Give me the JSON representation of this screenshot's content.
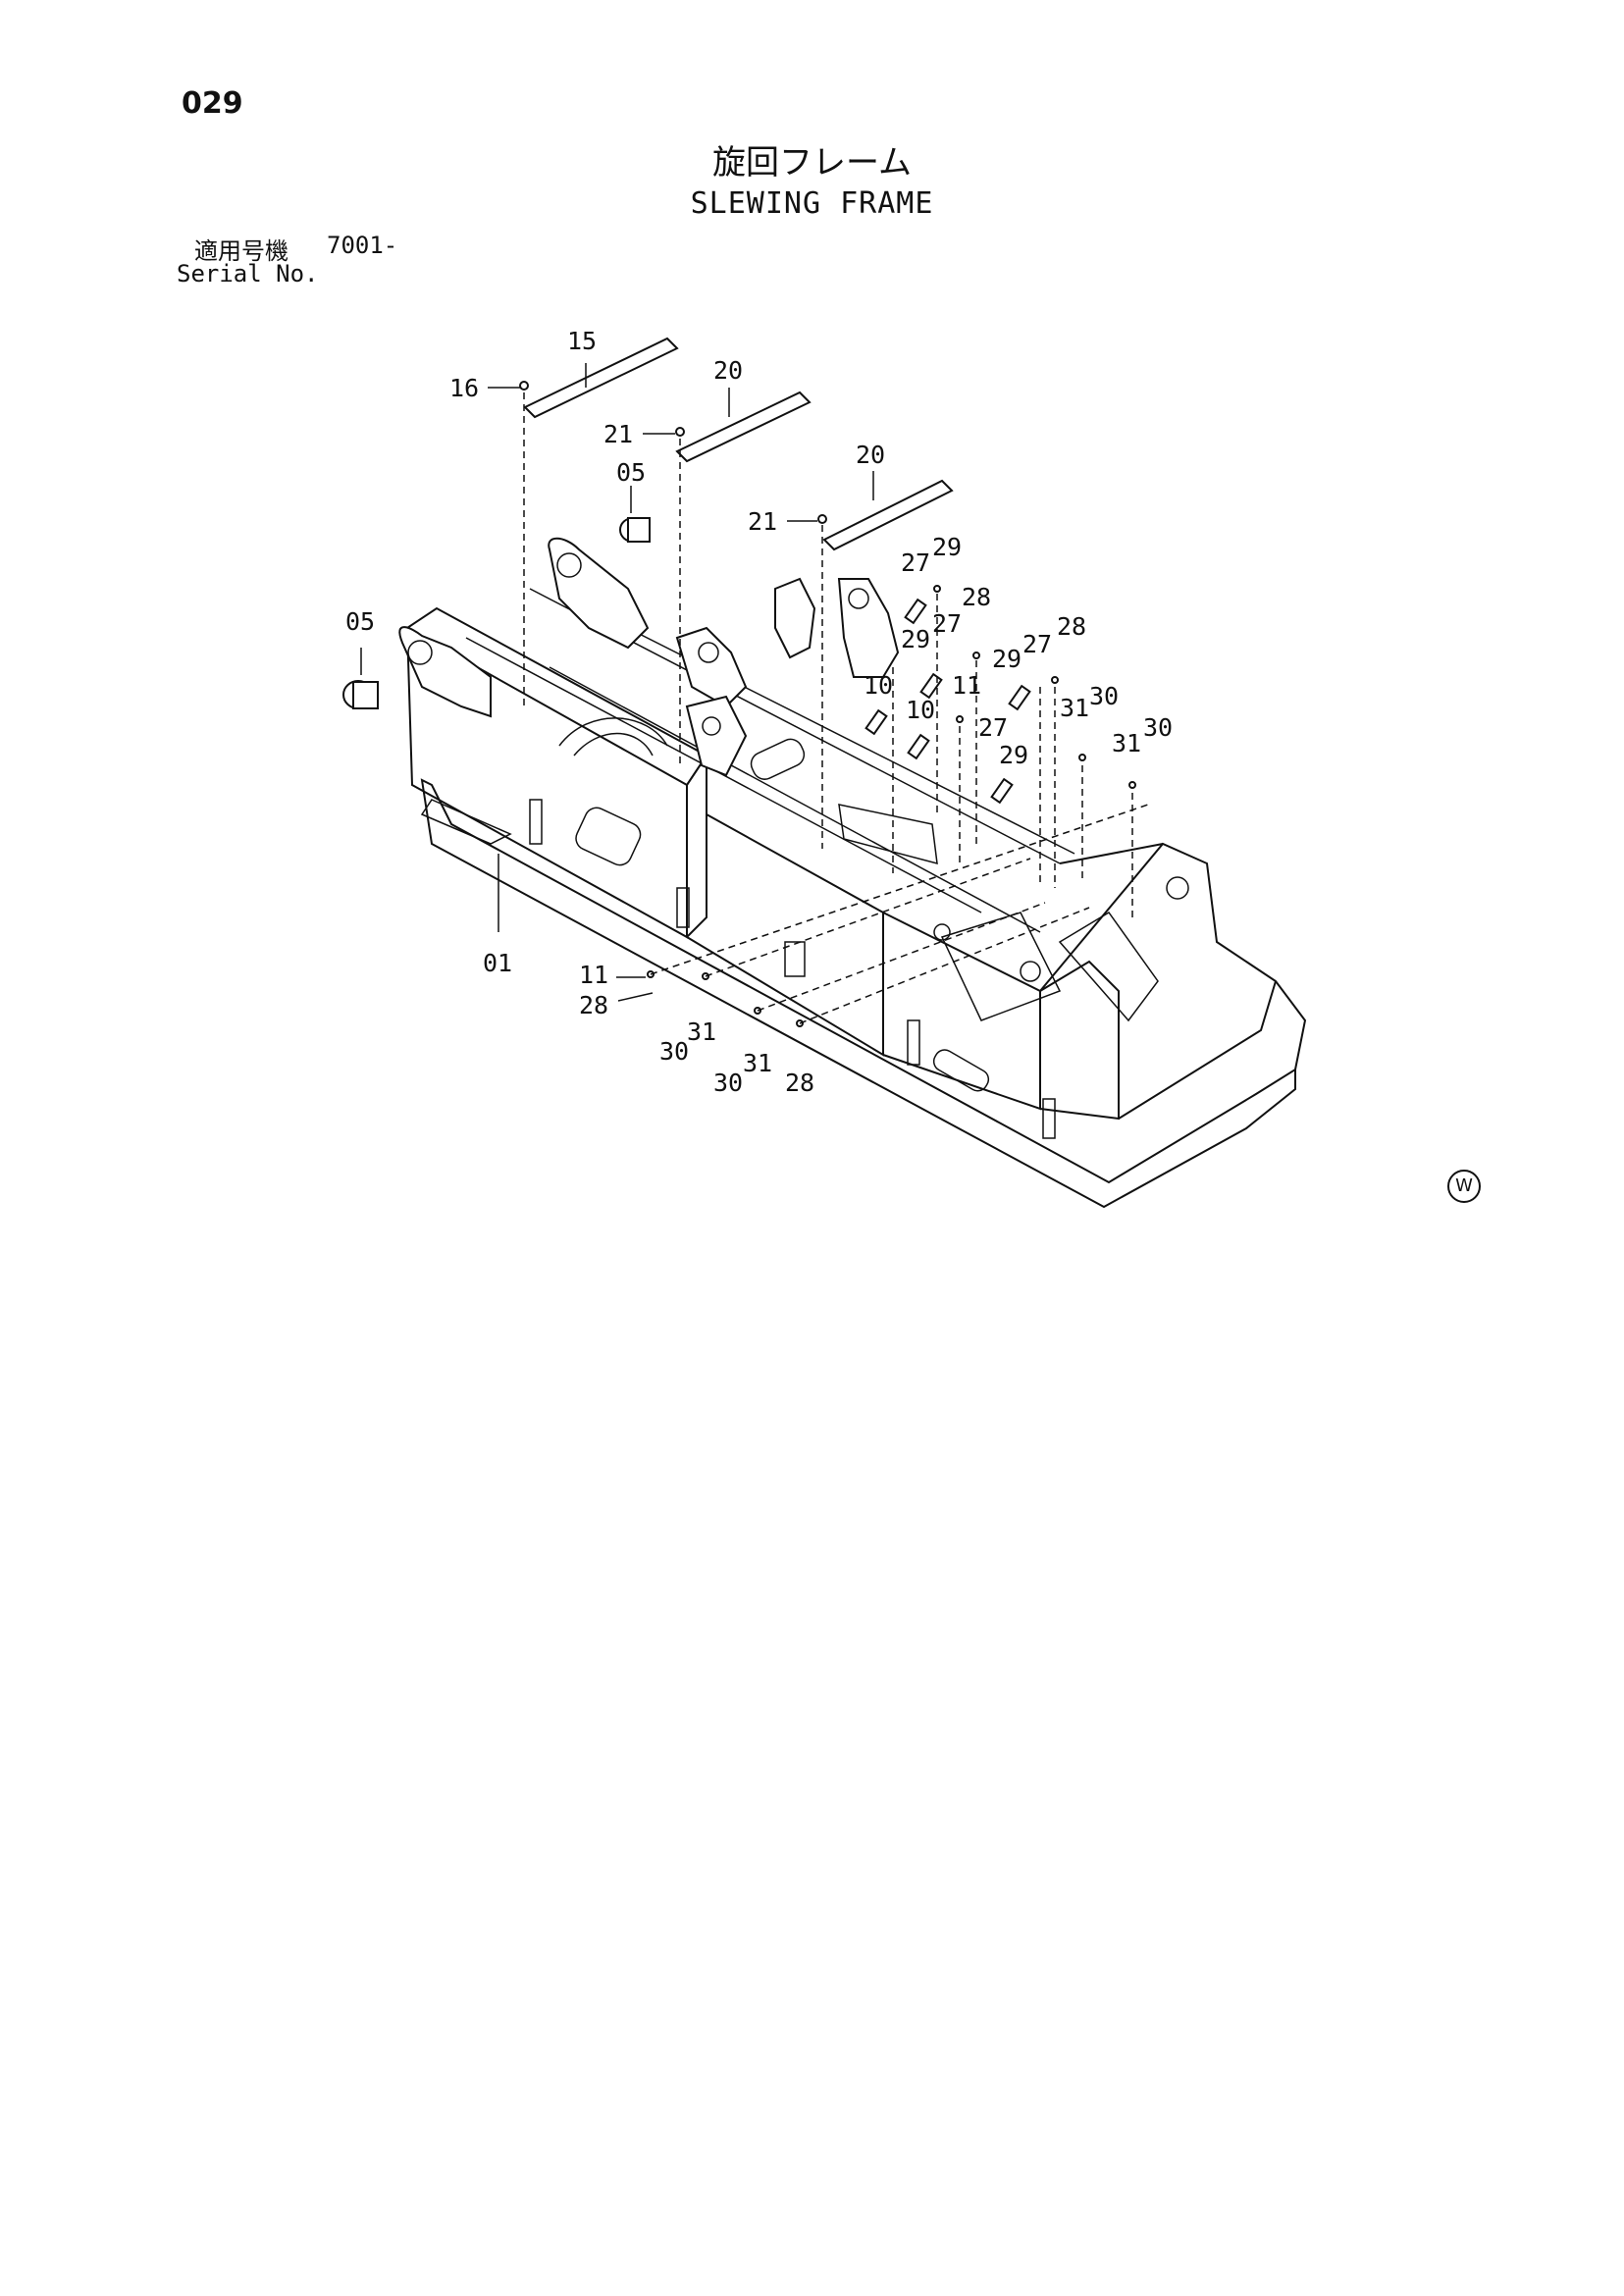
{
  "page_number": "029",
  "title_jp": "旋回フレーム",
  "title_en": "SLEWING FRAME",
  "serial": {
    "label_jp": "適用号機",
    "value": "7001-",
    "label_en": "Serial No."
  },
  "part_labels": [
    "15",
    "16",
    "20",
    "21",
    "05",
    "20",
    "21",
    "05",
    "27",
    "29",
    "28",
    "29",
    "27",
    "29",
    "27",
    "28",
    "10",
    "11",
    "10",
    "27",
    "31",
    "30",
    "29",
    "31",
    "30",
    "01",
    "11",
    "28",
    "30",
    "31",
    "30",
    "31",
    "28"
  ],
  "corner_mark": "W"
}
